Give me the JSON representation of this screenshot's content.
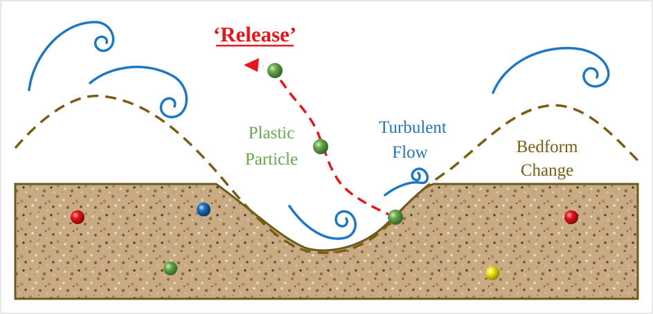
{
  "labels": {
    "release": "‘Release’",
    "plastic_line1": "Plastic",
    "plastic_line2": "Particle",
    "turbulent_line1": "Turbulent",
    "turbulent_line2": "Flow",
    "bedform_line1": "Bedform",
    "bedform_line2": "Change"
  },
  "colors": {
    "release": "#e8161b",
    "plastic": "#6aa84f",
    "turbulent": "#1f77c4",
    "bedform": "#7a5c12",
    "sediment_base": "#c3a67e",
    "frame": "#6b5a1e"
  },
  "particles": [
    {
      "color": "green",
      "state": "released"
    },
    {
      "color": "green",
      "state": "suspended"
    },
    {
      "color": "green",
      "state": "resuspending"
    },
    {
      "color": "red",
      "state": "buried"
    },
    {
      "color": "blue",
      "state": "buried"
    },
    {
      "color": "green",
      "state": "buried"
    },
    {
      "color": "yellow",
      "state": "buried"
    },
    {
      "color": "red",
      "state": "buried"
    }
  ]
}
